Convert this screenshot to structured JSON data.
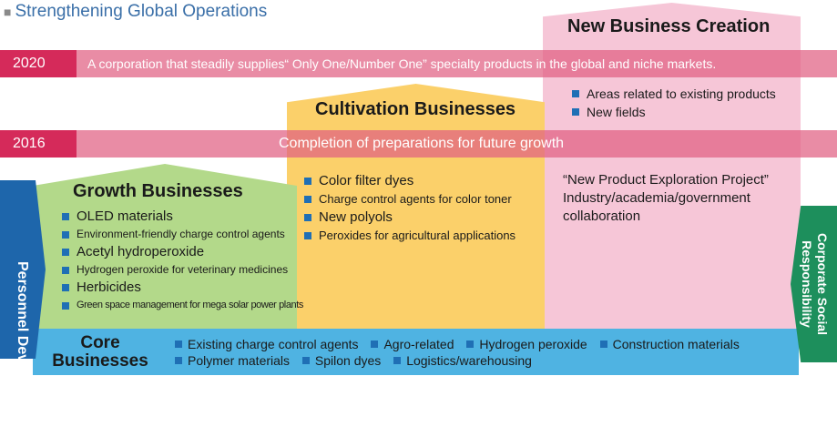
{
  "title": "Strengthening Global Operations",
  "title_marker": "■",
  "bands": {
    "b2020": {
      "year": "2020",
      "text": "A corporation that steadily supplies“ Only One/Number One” specialty products in the global and niche markets."
    },
    "b2016": {
      "year": "2016",
      "text": "Completion of preparations for future growth"
    }
  },
  "growth": {
    "title": "Growth Businesses",
    "items": [
      "OLED materials",
      "Environment-friendly charge control agents",
      "Acetyl hydroperoxide",
      "Hydrogen peroxide for veterinary medicines",
      "Herbicides",
      "Green space management for mega solar power plants"
    ]
  },
  "cultivation": {
    "title": "Cultivation Businesses",
    "items": [
      "Color filter dyes",
      "Charge control agents for color toner",
      "New polyols",
      "Peroxides for agricultural applications"
    ]
  },
  "new_business": {
    "title": "New Business Creation",
    "items": [
      "Areas related to existing products",
      "New fields"
    ],
    "note_line1": "“New Product Exploration Project”",
    "note_line2": "Industry/academia/government",
    "note_line3": "collaboration"
  },
  "core": {
    "title_line1": "Core",
    "title_line2": "Businesses",
    "row1": [
      "Existing charge control agents",
      "Agro-related",
      "Hydrogen peroxide",
      "Construction materials"
    ],
    "row2": [
      "Polymer materials",
      "Spilon dyes",
      "Logistics/warehousing"
    ]
  },
  "side_left": "Personnel Development",
  "side_right_line1": "Corporate Social",
  "side_right_line2": "Responsibility",
  "colors": {
    "growth": "#b3d98a",
    "cultivation": "#fbd06a",
    "new_business": "#f6c6d7",
    "core": "#4fb3e2",
    "band": "#e05f82",
    "band_label": "#d52a5a",
    "bullet": "#1f6fb5",
    "left_arrow": "#1e66ab",
    "right_arrow": "#1d8f5c"
  }
}
